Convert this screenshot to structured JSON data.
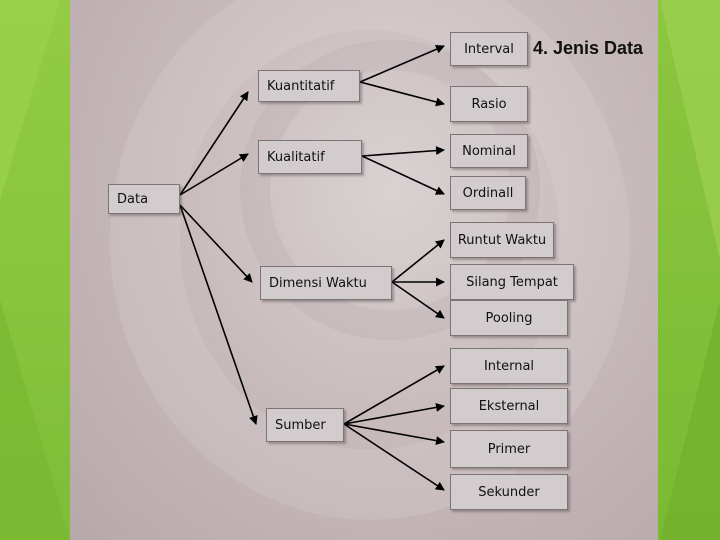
{
  "title": "4. Jenis Data",
  "nodes": {
    "data": "Data",
    "kuantitatif": "Kuantitatif",
    "kualitatif": "Kualitatif",
    "dimensi_waktu": "Dimensi Waktu",
    "sumber": "Sumber",
    "interval": "Interval",
    "rasio": "Rasio",
    "nominal": "Nominal",
    "ordinal": "Ordinall",
    "runtut_waktu": "Runtut Waktu",
    "silang_tempat": "Silang Tempat",
    "pooling": "Pooling",
    "internal": "Internal",
    "eksternal": "Eksternal",
    "primer": "Primer",
    "sekunder": "Sekunder"
  },
  "colors": {
    "background_green": "#8cc63f",
    "box_fill": "#d3ccce",
    "line": "#000000"
  }
}
